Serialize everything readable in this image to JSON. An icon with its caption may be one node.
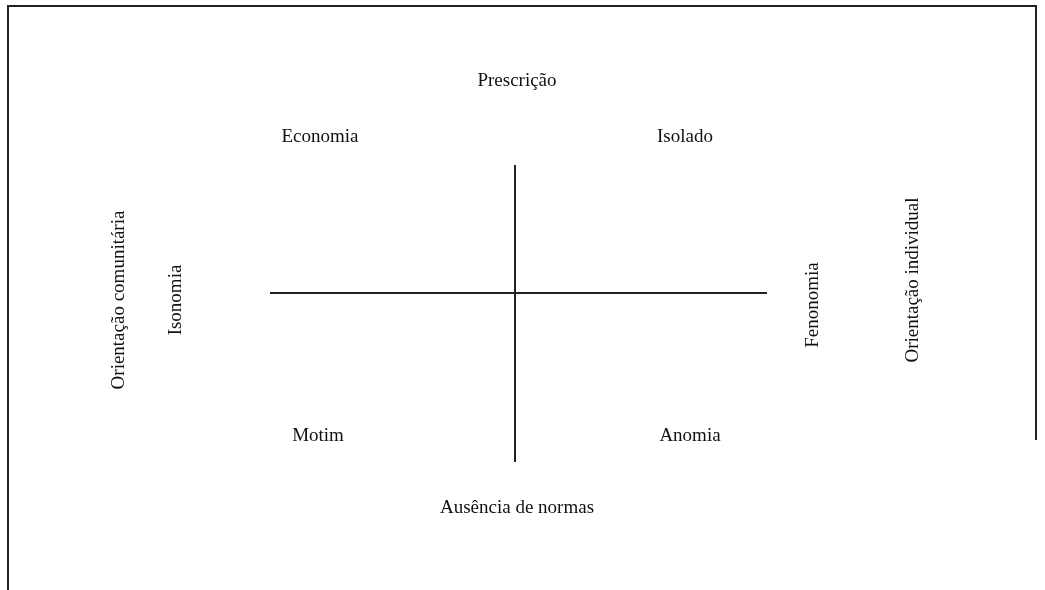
{
  "diagram": {
    "labels": [
      "Prescrição",
      "Economia",
      "Isolado",
      "Orientação comunitária",
      "Isonomia",
      "Fenonomia",
      "Orientação individual",
      "Motim",
      "Anomia",
      "Ausência de normas"
    ]
  }
}
